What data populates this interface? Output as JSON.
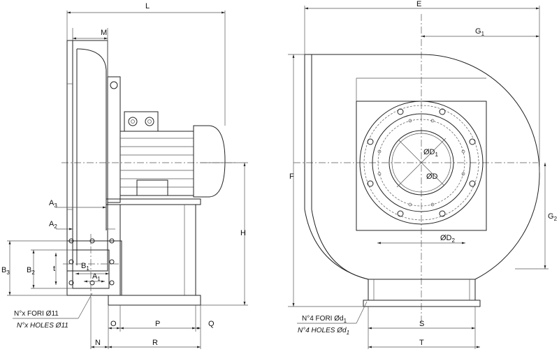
{
  "side_view": {
    "dims": {
      "L": "L",
      "M": "M",
      "A3": "A",
      "A3_sub": "3",
      "A2": "A",
      "A2_sub": "2",
      "B3": "B",
      "B3_sub": "3",
      "B2": "B",
      "B2_sub": "2",
      "B1": "B",
      "B1_sub": "1",
      "A1": "A",
      "A1_sub": "1",
      "t": "t",
      "H": "H",
      "O": "O",
      "P": "P",
      "Q": "Q",
      "N": "N",
      "R": "R"
    },
    "holes_it": "N°x FORI Ø11",
    "holes_en": "N°x HOLES Ø11"
  },
  "front_view": {
    "dims": {
      "E": "E",
      "F": "F",
      "G1": "G",
      "G1_sub": "1",
      "G2": "G",
      "G2_sub": "2",
      "D1": "ØD",
      "D1_sub": "1",
      "D": "ØD",
      "D2": "ØD",
      "D2_sub": "2",
      "S": "S",
      "T": "T"
    },
    "holes_it": "N°4 FORI Ød",
    "holes_it_sub": "1",
    "holes_en": "N°4 HOLES Ød",
    "holes_en_sub": "1"
  }
}
